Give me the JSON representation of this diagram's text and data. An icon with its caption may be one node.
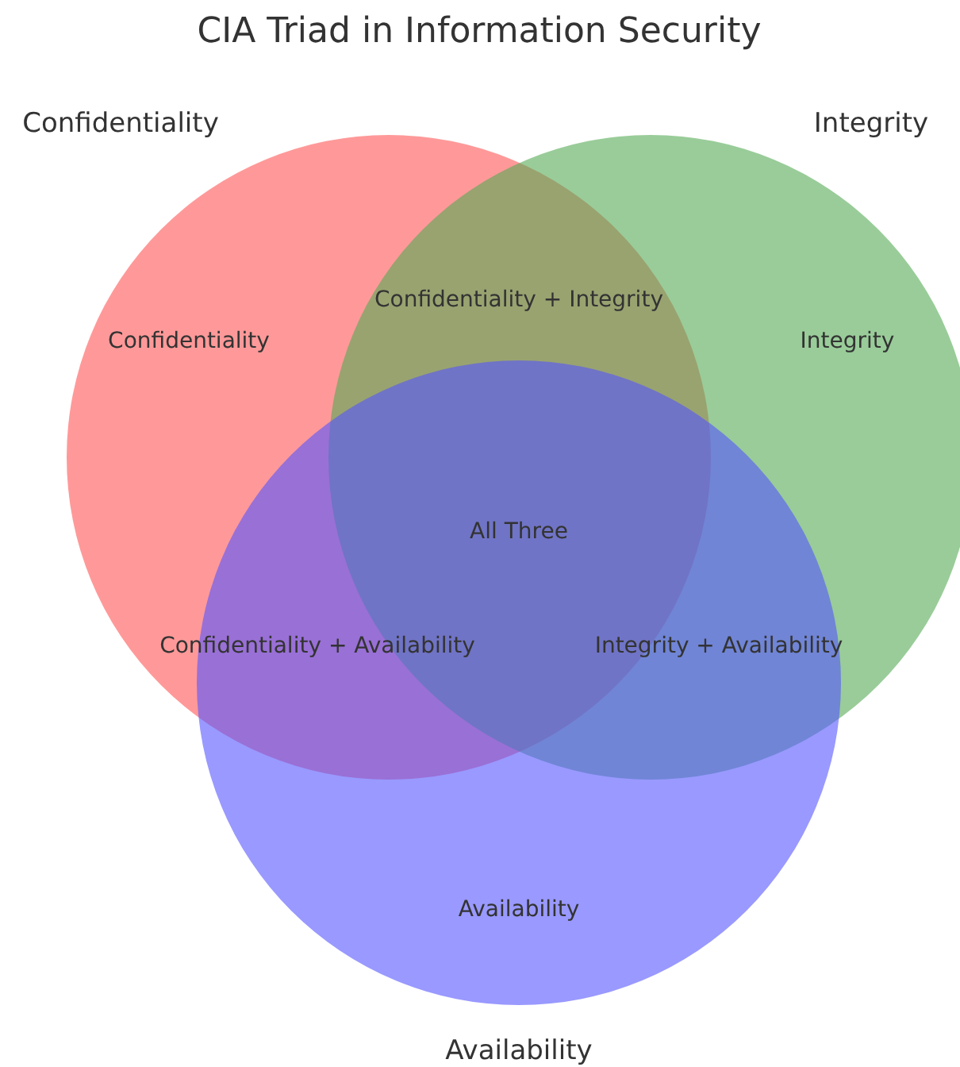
{
  "diagram": {
    "title": "CIA Triad in Information Security",
    "nodes": [
      {
        "text": [
          "Confidentiality",
          "Confidentiality"
        ]
      },
      {
        "text": [
          "Integrity",
          "Integrity"
        ]
      },
      {
        "text": [
          "Availability",
          "Availability"
        ]
      }
    ],
    "labels": [
      "Confidentiality + Integrity",
      "All Three",
      "Confidentiality + Availability",
      "Integrity + Availability"
    ]
  }
}
